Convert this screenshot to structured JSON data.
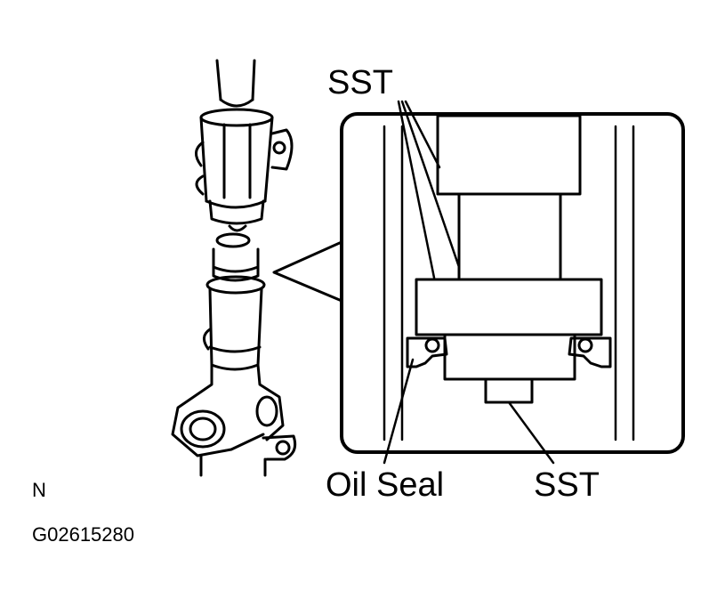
{
  "labels": {
    "sst_top": "SST",
    "oil_seal": "Oil Seal",
    "sst_bottom": "SST",
    "view_code": "N",
    "figure_code": "G02615280"
  },
  "colors": {
    "ink": "#000000",
    "paper": "#ffffff"
  }
}
